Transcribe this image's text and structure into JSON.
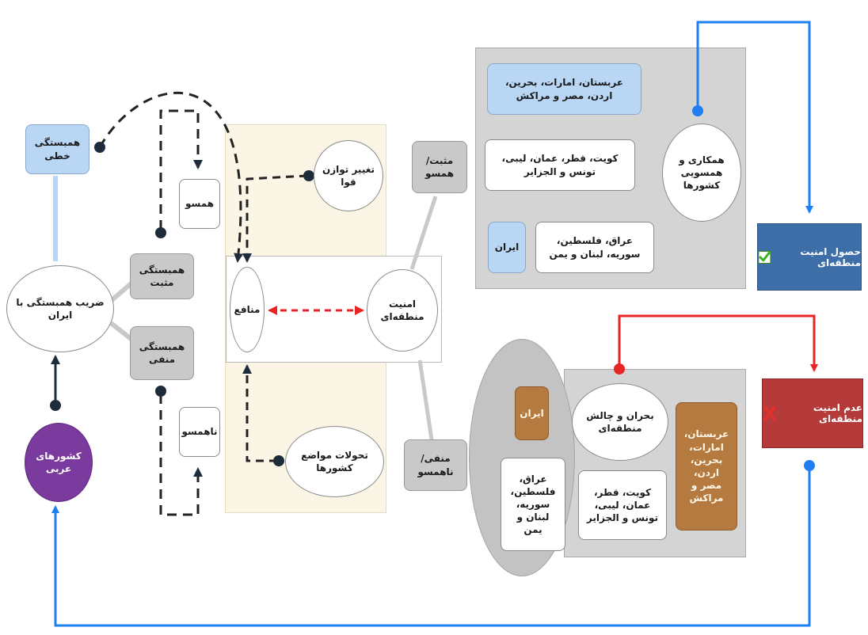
{
  "nodes": {
    "linear_correlation": "همبستگی خطی",
    "positive_correlation": "همبستگی مثبت",
    "negative_correlation": "همبستگی منفی",
    "coefficient": "ضریب همبستگی با ایران",
    "arab_countries": "کشورهای عربی",
    "aligned": "همسو",
    "non_aligned": "ناهمسو",
    "balance_of_power": "تغییر توازن قوا",
    "interests": "منافع",
    "regional_security": "امنیت منطقه‌ای",
    "positions_change": "تحولات مواضع کشورها",
    "positive_aligned": "مثبت/همسو",
    "negative_non_aligned": "منفی/ناهمسو",
    "cooperation": "همکاری و همسویی کشورها",
    "crisis": "بحران و چالش منطقه‌ای",
    "top_group_a": "عربستان، امارات، بحرین، اردن، مصر و مراکش",
    "top_group_b": "کویت، قطر، عمان، لیبی، تونس و الجزایر",
    "top_group_c": "عراق، فلسطین، سوریه، لبنان و یمن",
    "top_iran": "ایران",
    "bottom_group_a": "عربستان، امارات، بحرین، اردن، مصر و مراکش",
    "bottom_group_b": "کویت، قطر، عمان، لیبی، تونس و الجزایر",
    "bottom_group_c": "عراق، فلسطین، سوریه، لبنان و یمن",
    "bottom_iran": "ایران",
    "security_achieved": "حصول امنیت منطقه‌ای",
    "no_security": "عدم امنیت منطقه‌ای"
  },
  "colors": {
    "blue_box": "#b9d7f5",
    "gray_box": "#c9c9c9",
    "brown_box": "#b57a40",
    "purple": "#7a3a9e",
    "success": "#3d6ea8",
    "failure": "#b53a3a",
    "blue_arrow": "#1e7ff0",
    "red_arrow": "#e82525",
    "dashed": "#222222",
    "beige_panel": "#fbf5e6",
    "gray_panel": "#d4d4d4"
  },
  "icons": {
    "security_achieved": "check-icon",
    "no_security": "cross-icon"
  }
}
